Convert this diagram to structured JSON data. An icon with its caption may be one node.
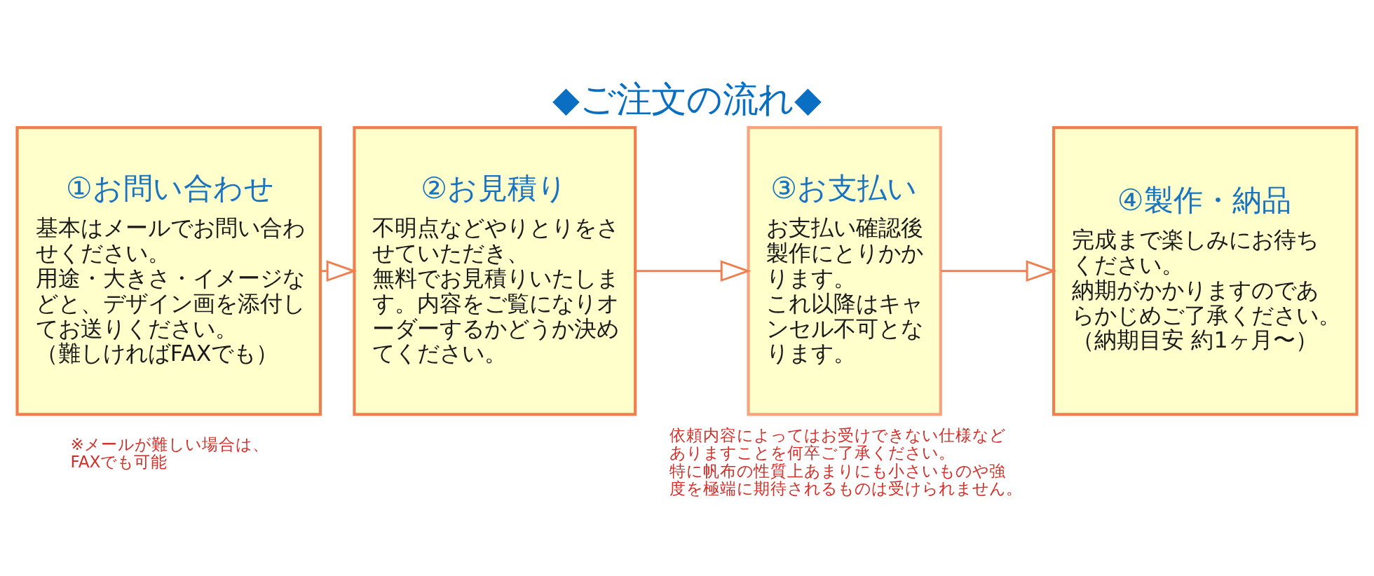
{
  "diagram": {
    "title": "◆ご注文の流れ◆",
    "nodes": [
      {
        "text": [
          "①お問い合わせ",
          "基本はメールでお問い合わせください。用途・大きさ・イメージなどと、デザイン画を添付してお送りください。（難しければFAXでも）"
        ],
        "beside": [
          "※メールが難しい場合は、FAXでも可能"
        ]
      },
      {
        "text": [
          "②お見積り",
          "不明点などやりとりをさせていただき、無料でお見積りいたします。内容をご覧になりオーダーするかどうか決めてください。"
        ]
      },
      {
        "text": [
          "③お支払い",
          "お支払い確認後製作にとりかかります。これ以降はキャンセル不可となります。"
        ],
        "beside": [
          "依頼内容によってはお受けできない仕様などありますことを何卒ご了承ください。特に帆布の性質上あまりにも小さいものや強度を極端に期待されるものは受けられません。"
        ]
      },
      {
        "text": [
          "④製作・納品",
          "完成まで楽しみにお待ちください。納期がかかりますのであらかじめご了承ください。（納期目安 約1ヶ月〜）"
        ]
      }
    ],
    "edges": [
      {
        "from": 0,
        "to": 1,
        "arrow": "to"
      },
      {
        "from": 1,
        "to": 2,
        "arrow": "to"
      },
      {
        "from": 2,
        "to": 3,
        "arrow": "to"
      }
    ]
  }
}
